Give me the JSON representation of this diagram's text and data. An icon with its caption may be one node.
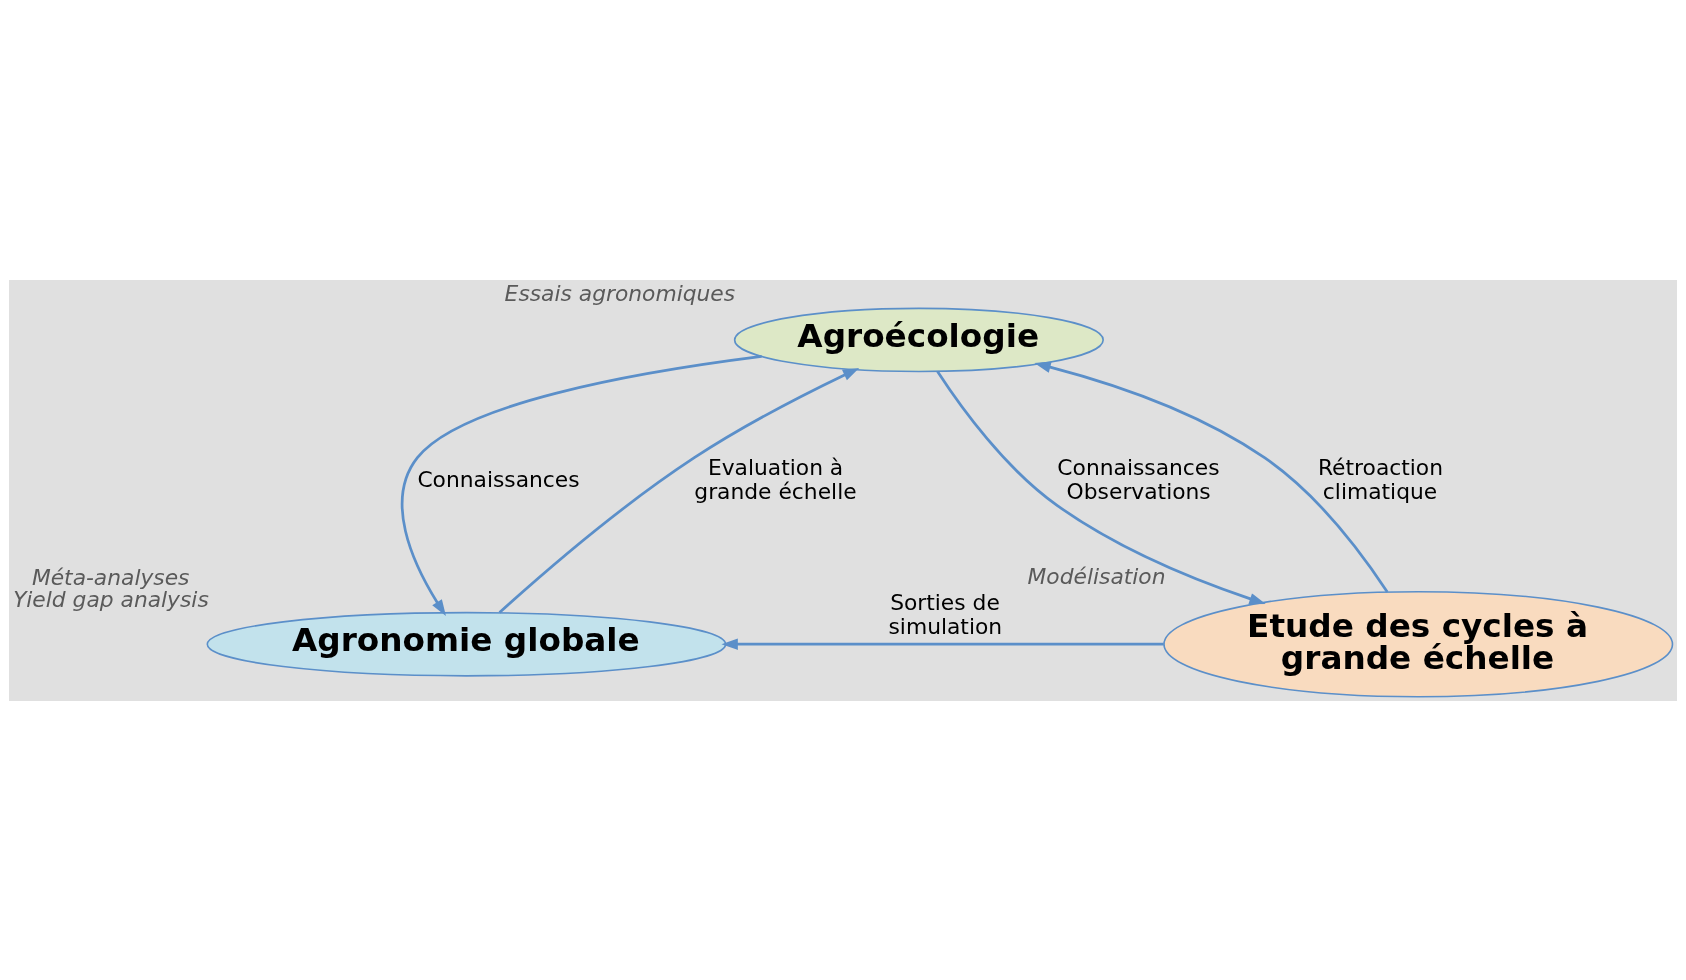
{
  "diagram": {
    "nodes": [
      {
        "text": [
          "Agroécologie"
        ],
        "beside": [
          "Essais agronomiques"
        ]
      },
      {
        "text": [
          "Agronomie globale"
        ],
        "beside": [
          "Méta-analyses",
          "Yield gap analysis"
        ]
      },
      {
        "text": [
          "Etude des cycles à grande échelle"
        ],
        "beside": [
          "Modélisation"
        ]
      }
    ],
    "edges": [
      {
        "from": 1,
        "to": 0,
        "arrow": "to",
        "label": "Evaluation à grande échelle"
      },
      {
        "from": 0,
        "to": 1,
        "arrow": "to",
        "label": "Connaissances"
      },
      {
        "from": 0,
        "to": 2,
        "arrow": "to",
        "label": "Connaissances Observations"
      },
      {
        "from": 2,
        "to": 0,
        "arrow": "to",
        "label": "Rétroaction climatique"
      },
      {
        "from": 2,
        "to": 1,
        "arrow": "to",
        "label": "Sorties de simulation"
      }
    ]
  }
}
